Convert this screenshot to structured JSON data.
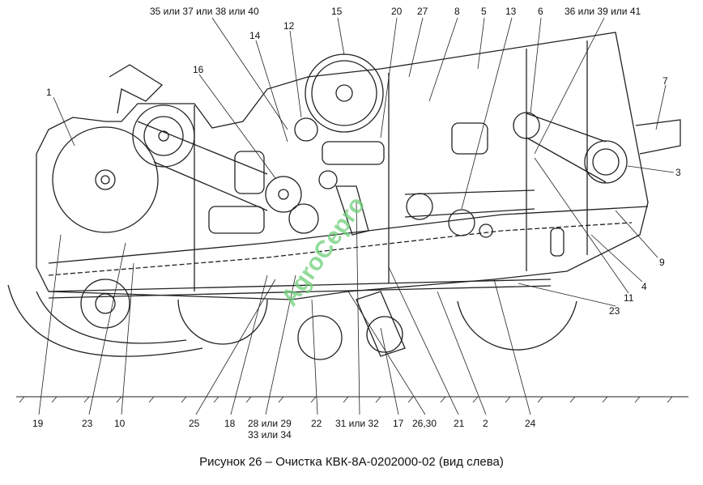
{
  "caption": "Рисунок 26 – Очистка КВК-8А-0202000-02 (вид слева)",
  "watermark": "AgroCepro",
  "labels_top": [
    "35 или 37 или 38 или 40",
    "15",
    "20",
    "27",
    "8",
    "5",
    "13",
    "6",
    "36 или 39 или 41",
    "14",
    "12",
    "16",
    "1",
    "7",
    "3",
    "9",
    "4",
    "11",
    "23"
  ],
  "labels_bottom": [
    "19",
    "23",
    "10",
    "25",
    "18",
    "28 или 29",
    "33 или 34",
    "22",
    "31 или 32",
    "17",
    "26,30",
    "21",
    "2",
    "24"
  ]
}
